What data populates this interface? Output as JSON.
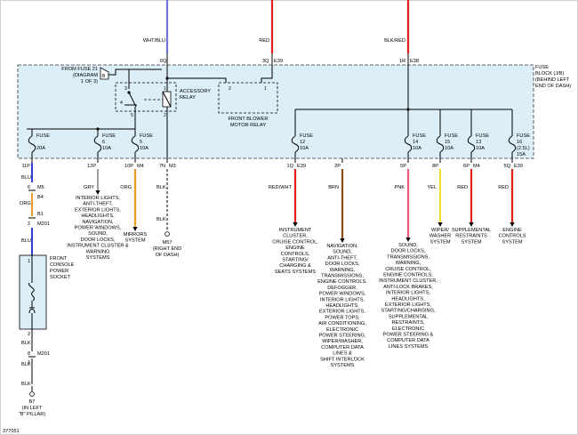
{
  "fuse_block": {
    "title_lines": [
      "FUSE",
      "BLOCK (J/B)",
      "(BEHIND LEFT",
      "END OF DASH)"
    ],
    "from_fuse_lines": [
      "FROM FUSE 21",
      "(DIAGRAM",
      "1 OF 3)"
    ],
    "from_fuse_flag": "B",
    "accessory_relay_lines": [
      "ACCESSORY",
      "RELAY"
    ],
    "blower_relay_lines": [
      "FRONT BLOWER",
      "MOTOR RELAY"
    ],
    "relay_pins": {
      "p3": "3",
      "p4": "4",
      "p5": "5",
      "p1": "1",
      "p2": "2",
      "b1": "1",
      "b2": "2"
    }
  },
  "top_wires": [
    {
      "color_name": "WHT/BLU",
      "pin": "6Q",
      "connector": "",
      "stroke": "#6c72d9"
    },
    {
      "color_name": "RED",
      "pin": "3Q",
      "connector": "E39",
      "stroke": "#e0201e"
    },
    {
      "color_name": "BLK/RED",
      "pin": "1R",
      "connector": "E38",
      "stroke": "#e0201e"
    }
  ],
  "fuses": [
    {
      "label": "FUSE",
      "num": "",
      "amp": "20A"
    },
    {
      "label": "FUSE",
      "num": "6",
      "amp": "10A"
    },
    {
      "label": "FUSE",
      "num": "5",
      "amp": "10A"
    },
    {
      "label": "FUSE",
      "num": "12",
      "amp": "10A"
    },
    {
      "label": "FUSE",
      "num": "14",
      "amp": "10A"
    },
    {
      "label": "FUSE",
      "num": "15",
      "amp": "10A"
    },
    {
      "label": "FUSE",
      "num": "13",
      "amp": "10A"
    },
    {
      "label": "FUSE",
      "num": "16",
      "amp": "15A",
      "note": "(2.5L)"
    }
  ],
  "output_pins": [
    {
      "pin": "11P",
      "connector": ""
    },
    {
      "pin": "12P",
      "connector": ""
    },
    {
      "pin": "10P",
      "connector": "M4"
    },
    {
      "pin": "7N",
      "connector": "M3"
    },
    {
      "pin": "1Q",
      "connector": "E39"
    },
    {
      "pin": "2P",
      "connector": ""
    },
    {
      "pin": "5P",
      "connector": ""
    },
    {
      "pin": "8P",
      "connector": ""
    },
    {
      "pin": "6P",
      "connector": "M4"
    },
    {
      "pin": "5Q",
      "connector": "E39"
    }
  ],
  "branches": [
    {
      "wire": "GRY",
      "stroke": "#777777",
      "dest_lines": [
        "INTERIOR LIGHTS,",
        "ANTI-THEFT,",
        "EXTERIOR LIGHTS,",
        "HEADLIGHTS,",
        "NAVIGATION,",
        "POWER WINDOWS,",
        "SOUND,",
        "DOOR LOCKS,",
        "INSTRUMENT CLUSTER &",
        "WARNING",
        "SYSTEMS"
      ]
    },
    {
      "wire": "ORG",
      "stroke": "#f09a28",
      "dest_lines": [
        "MIRRORS",
        "SYSTEM"
      ]
    },
    {
      "wire": "BLK",
      "stroke": "#000000",
      "dest_lines": [
        "M57",
        "(RIGHT END",
        "OF DASH)"
      ]
    },
    {
      "wire": "RED/WHT",
      "stroke": "#e0201e",
      "dest_lines": [
        "INSTRUMENT",
        "CLUSTER,",
        "CRUISE CONTROL,",
        "ENGINE",
        "CONTROLS,",
        "STARTING/",
        "CHARGING &",
        "SEATS SYSTEMS"
      ]
    },
    {
      "wire": "BRN",
      "stroke": "#8a4a1c",
      "dest_lines": [
        "NAVIGATION,",
        "SOUND,",
        "ANTI-THEFT,",
        "DOOR LOCKS,",
        "WARNING,",
        "TRANSMISSIONS,",
        "ENGINE CONTROLS,",
        "DEFOGGER,",
        "POWER WINDOWS,",
        "INTERIOR LIGHTS,",
        "HEADLIGHTS,",
        "EXTERIOR LIGHTS,",
        "POWER TOPS,",
        "AIR CONDITIONING,",
        "ELECTRONIC",
        "POWER STEERING,",
        "WIPER/WASHER,",
        "COMPUTER DATA",
        "LINES &",
        "SHIFT INTERLOCK",
        "SYSTEMS"
      ]
    },
    {
      "wire": "PNK",
      "stroke": "#e8567a",
      "dest_lines": [
        "SOUND,",
        "DOOR LOCKS,",
        "TRANSMISSIONS,",
        "WARNING,",
        "CRUISE CONTROL,",
        "ENGINE CONTROLS,",
        "INSTRUMENT CLUSTER,",
        "ANTI-LOCK BRAKES,",
        "INTERIOR LIGHTS,",
        "HEADLIGHTS,",
        "EXTERIOR LIGHTS,",
        "STARTING/CHARGING,",
        "SUPPLEMENTAL",
        "RESTRAINTS,",
        "ELECTRONIC",
        "POWER STEERING &",
        "COMPUTER DATA",
        "LINES SYSTEMS"
      ]
    },
    {
      "wire": "YEL",
      "stroke": "#f4e02a",
      "dest_lines": [
        "WIPER/",
        "WASHER",
        "SYSTEM"
      ]
    },
    {
      "wire": "RED",
      "stroke": "#e0201e",
      "dest_lines": [
        "SUPPLEMENTAL",
        "RESTRAINTS",
        "SYSTEM"
      ]
    },
    {
      "wire": "RED",
      "stroke": "#e0201e",
      "dest_lines": [
        "ENGINE",
        "CONTROLS",
        "SYSTEM"
      ]
    }
  ],
  "left_chain": {
    "wire_blu_1": "BLU",
    "pin_6": "6",
    "conn_m5": "M5",
    "pin_b4": "B4",
    "wire_org": "ORG",
    "pin_b1": "B1",
    "pin_2": "2",
    "conn_m201": "M201",
    "wire_blu_2": "BLU",
    "socket_pin_1": "1",
    "socket_lines": [
      "FRONT",
      "CONSOLE",
      "POWER",
      "SOCKET"
    ],
    "socket_pin_2": "2",
    "wire_blk_1": "BLK",
    "pin_8": "8",
    "conn_m201b": "M201",
    "pin_1": "1",
    "wire_blk_2": "BLK",
    "wire_blk_3": "BLK",
    "ground": "B7",
    "ground_lines": [
      "(IN LEFT",
      "\"B\" PILLAR)"
    ],
    "blue_stroke": "#2d3ed8",
    "orange_stroke": "#f09a28"
  },
  "figure_id": "377051"
}
